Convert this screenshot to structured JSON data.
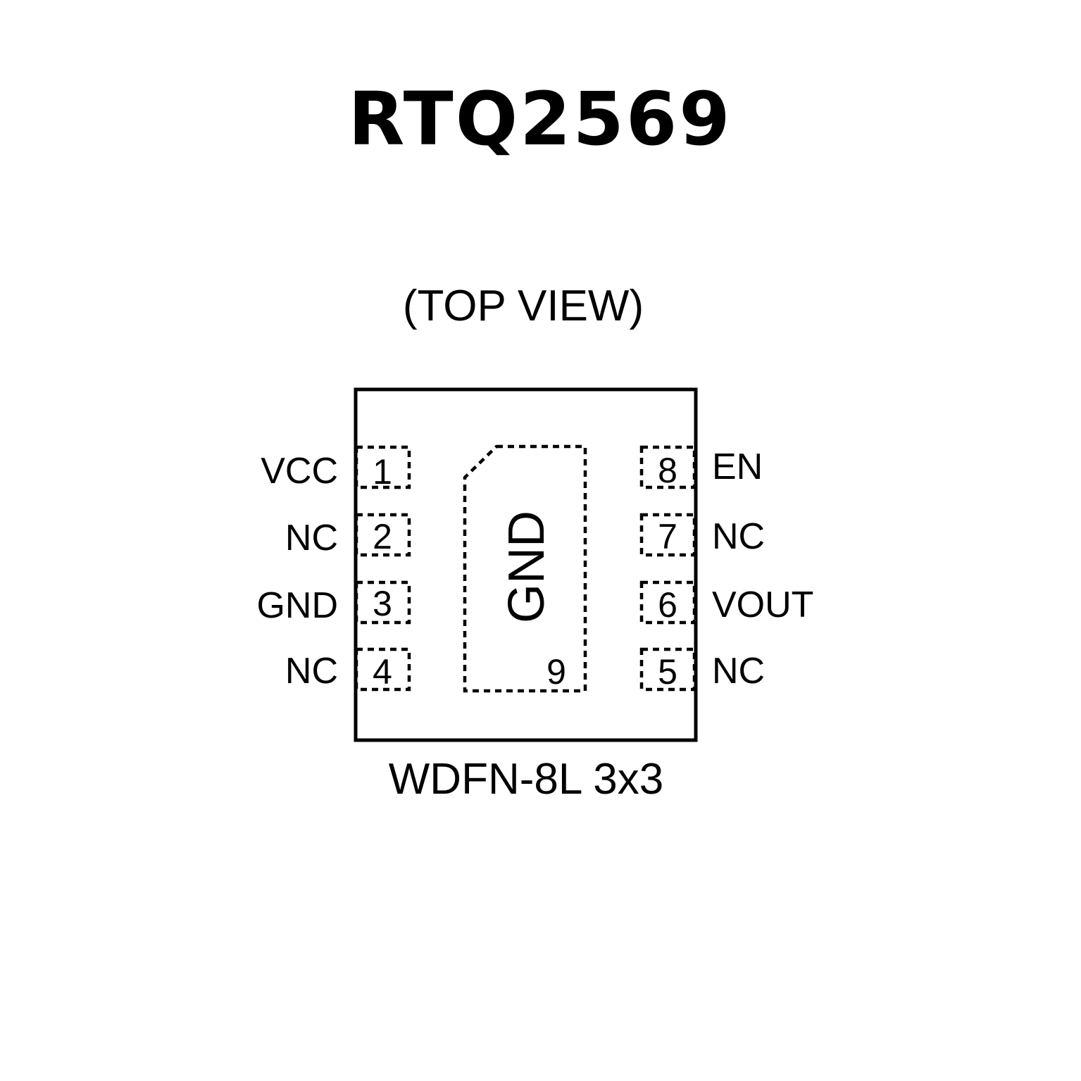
{
  "title": "RTQ2569",
  "view_label": "(TOP VIEW)",
  "package_name": "WDFN-8L 3x3",
  "pins": [
    {
      "number": "1",
      "name": "VCC"
    },
    {
      "number": "2",
      "name": "NC"
    },
    {
      "number": "3",
      "name": "GND"
    },
    {
      "number": "4",
      "name": "NC"
    },
    {
      "number": "5",
      "name": "NC"
    },
    {
      "number": "6",
      "name": "VOUT"
    },
    {
      "number": "7",
      "name": "NC"
    },
    {
      "number": "8",
      "name": "EN"
    }
  ],
  "exposed_pad": {
    "number": "9",
    "name": "GND"
  }
}
